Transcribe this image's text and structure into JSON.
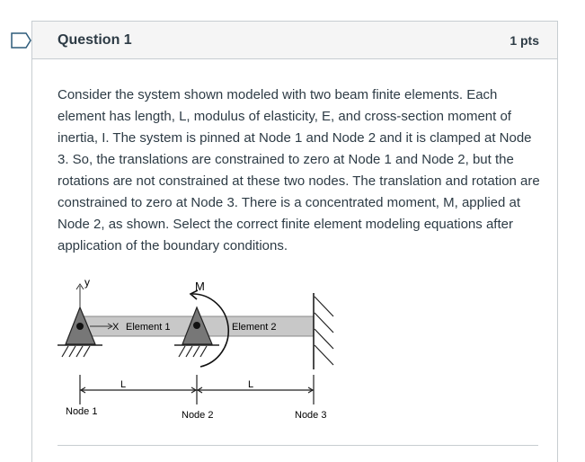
{
  "question": {
    "title": "Question 1",
    "points": "1 pts",
    "body": "Consider the system shown modeled with two beam finite elements.  Each element has length, L, modulus of elasticity, E, and cross-section moment of inertia, I.  The system is pinned at Node 1 and Node 2 and it is clamped at Node 3.  So, the translations are constrained to zero at Node 1 and Node 2, but the rotations are not constrained at these two nodes.  The translation and rotation are constrained to zero at Node 3.  There is a concentrated moment, M, applied at Node 2, as shown.  Select the correct finite element modeling equations after application of the boundary conditions."
  },
  "diagram": {
    "y_axis": "y",
    "x_axis": "X",
    "moment": "M",
    "element1": "Element 1",
    "element2": "Element 2",
    "length1": "L",
    "length2": "L",
    "node1": "Node 1",
    "node2": "Node 2",
    "node3": "Node 3"
  }
}
